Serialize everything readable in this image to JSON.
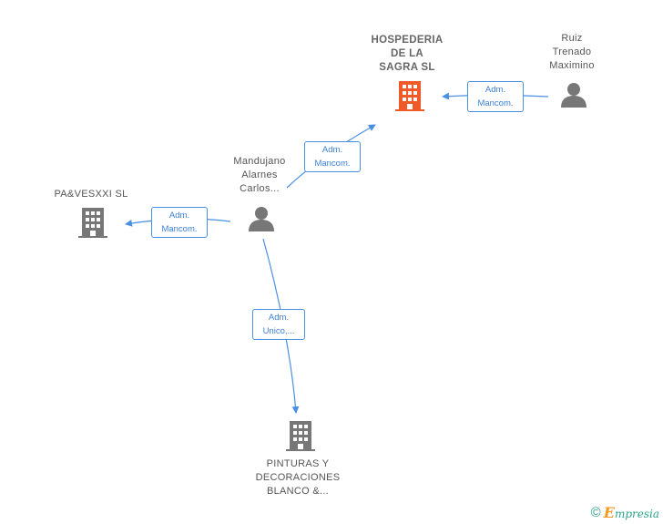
{
  "nodes": {
    "hospederia": {
      "label_lines": [
        "HOSPEDERIA",
        "DE LA",
        "SAGRA SL"
      ],
      "type": "company",
      "highlight_color": "#f05a28"
    },
    "ruiz": {
      "label_lines": [
        "Ruiz",
        "Trenado",
        "Maximino"
      ],
      "type": "person"
    },
    "mandujano": {
      "label_lines": [
        "Mandujano",
        "Alarnes",
        "Carlos..."
      ],
      "type": "person"
    },
    "pavesxxi": {
      "label_lines": [
        "PA&VESXXI SL"
      ],
      "type": "company"
    },
    "pinturas": {
      "label_lines": [
        "PINTURAS Y",
        "DECORACIONES",
        "BLANCO &..."
      ],
      "type": "company"
    }
  },
  "edges": {
    "ruiz_hospederia": {
      "lines": [
        "Adm.",
        "Mancom."
      ]
    },
    "mandujano_hospederia": {
      "lines": [
        "Adm.",
        "Mancom."
      ]
    },
    "mandujano_pavesxxi": {
      "lines": [
        "Adm.",
        "Mancom."
      ]
    },
    "mandujano_pinturas": {
      "lines": [
        "Adm.",
        "Unico,..."
      ]
    }
  },
  "colors": {
    "edge": "#4a90e2",
    "icon_gray": "#777777",
    "company_highlight": "#f05a28"
  },
  "footer": {
    "copyright_symbol": "©",
    "brand_initial": "E",
    "brand_rest": "mpresia"
  }
}
